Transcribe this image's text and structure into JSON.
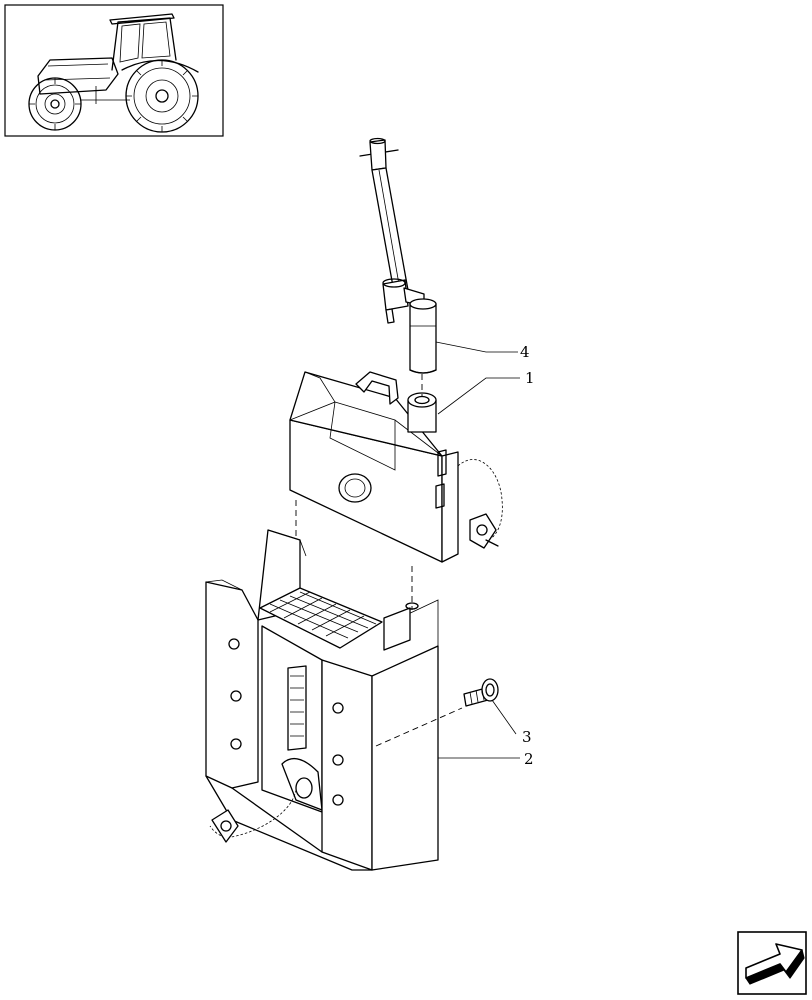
{
  "diagram": {
    "callouts": [
      {
        "id": "1",
        "label": "1"
      },
      {
        "id": "2",
        "label": "2"
      },
      {
        "id": "3",
        "label": "3"
      },
      {
        "id": "4",
        "label": "4"
      }
    ]
  },
  "icons": {
    "thumbnail": "tractor-thumbnail-icon",
    "navigation": "next-page-arrow-icon"
  },
  "colors": {
    "line": "#000000",
    "background": "#ffffff"
  }
}
